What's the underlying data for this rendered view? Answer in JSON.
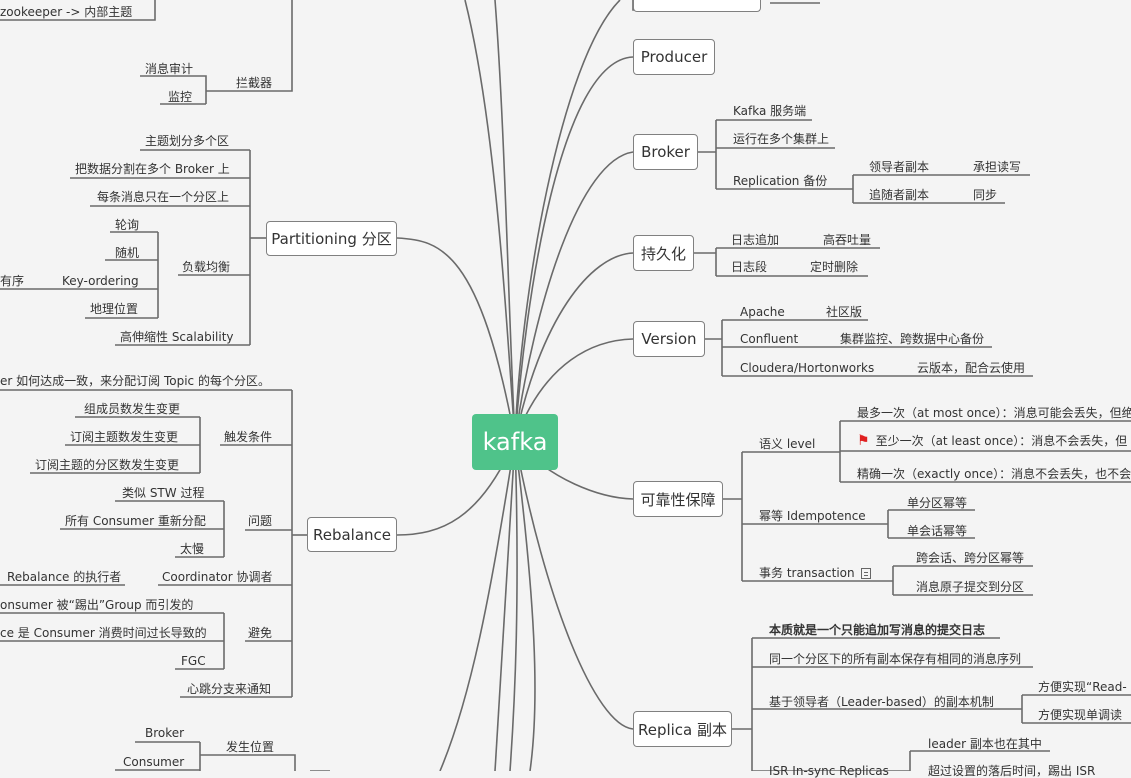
{
  "root": "kafka",
  "left": {
    "top_partial": "zookeeper -> 内部主题",
    "interceptor": {
      "label": "拦截器",
      "items": [
        "消息审计",
        "监控"
      ]
    },
    "partitioning": {
      "label": "Partitioning 分区",
      "items": [
        "主题划分多个区",
        "把数据分割在多个 Broker 上",
        "每条消息只在一个分区上",
        "高伸缩性 Scalability"
      ],
      "load_balance": {
        "label": "负载均衡",
        "items": [
          "轮询",
          "随机",
          "Key-ordering",
          "地理位置"
        ],
        "key_child": "有序"
      }
    },
    "rebalance": {
      "label": "Rebalance",
      "desc": "er 如何达成一致，来分配订阅 Topic 的每个分区。",
      "trigger": {
        "label": "触发条件",
        "items": [
          "组成员数发生变更",
          "订阅主题数发生变更",
          "订阅主题的分区数发生变更"
        ]
      },
      "problem": {
        "label": "问题",
        "items": [
          "类似 STW 过程",
          "所有 Consumer 重新分配",
          "太慢"
        ]
      },
      "coordinator": {
        "label": "Coordinator 协调者",
        "child": "Rebalance 的执行者"
      },
      "avoid": {
        "label": "避免",
        "items": [
          "onsumer 被“踢出”Group 而引发的",
          "ce 是 Consumer 消费时间过长导致的",
          "FGC"
        ]
      },
      "heartbeat": "心跳分支来通知"
    },
    "bottom": {
      "label": "发生位置",
      "items": [
        "Broker",
        "Consumer"
      ]
    }
  },
  "right": {
    "producer": "Producer",
    "broker": {
      "label": "Broker",
      "items": [
        "Kafka 服务端",
        "运行在多个集群上"
      ],
      "replication": {
        "label": "Replication 备份",
        "leader": "领导者副本",
        "leader_child": "承担读写",
        "follower": "追随者副本",
        "follower_child": "同步"
      }
    },
    "persist": {
      "label": "持久化",
      "append": "日志追加",
      "append_child": "高吞吐量",
      "segment": "日志段",
      "segment_child": "定时删除"
    },
    "version": {
      "label": "Version",
      "apache": "Apache",
      "apache_child": "社区版",
      "confluent": "Confluent",
      "confluent_child": "集群监控、跨数据中心备份",
      "cloudera": "Cloudera/Hortonworks",
      "cloudera_child": "云版本，配合云使用"
    },
    "reliability": {
      "label": "可靠性保障",
      "semantic": {
        "label": "语义 level",
        "items": [
          "最多一次（at most once）：消息可能会丢失，但绝",
          "至少一次（at least once）：消息不会丢失，但",
          "精确一次（exactly once）：消息不会丢失，也不会"
        ]
      },
      "idempotence": {
        "label": "幂等 Idempotence",
        "items": [
          "单分区幂等",
          "单会话幂等"
        ]
      },
      "transaction": {
        "label": "事务 transaction",
        "items": [
          "跨会话、跨分区幂等",
          "消息原子提交到分区"
        ]
      }
    },
    "replica": {
      "label": "Replica 副本",
      "essence": "本质就是一个只能追加写消息的提交日志",
      "same_seq": "同一个分区下的所有副本保存有相同的消息序列",
      "leader_based": {
        "label": "基于领导者（Leader-based）的副本机制",
        "items": [
          "方便实现“Read-",
          "方便实现单调读"
        ]
      },
      "isr": {
        "label": "ISR In-sync Replicas",
        "items": [
          "leader 副本也在其中",
          "超过设置的落后时间，踢出 ISR"
        ]
      }
    }
  }
}
